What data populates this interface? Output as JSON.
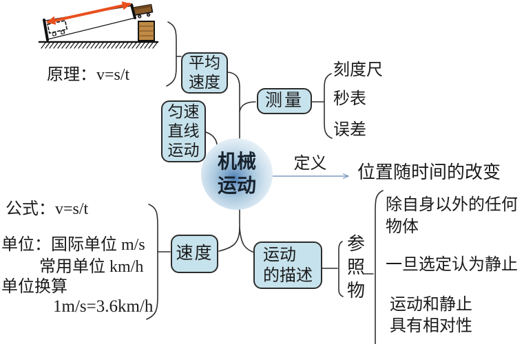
{
  "center": {
    "label_lines": [
      "机械",
      "运动"
    ]
  },
  "branches": {
    "average_speed": {
      "label_lines": [
        "平均",
        "速度"
      ],
      "principle": "原理：v=s/t",
      "illustration_icon": "inclined-plane-cart-experiment"
    },
    "uniform_linear_motion": {
      "label_lines": [
        "匀速",
        "直线",
        "运动"
      ]
    },
    "measurement": {
      "label": "测量",
      "items": [
        "刻度尺",
        "秒表",
        "误差"
      ]
    },
    "definition": {
      "label": "定义",
      "value": "位置随时间的改变"
    },
    "speed": {
      "label": "速度",
      "formula": "公式：v=s/t",
      "unit": "单位：国际单位 m/s",
      "common_unit": "常用单位 km/h",
      "conversion_label": "单位换算",
      "conversion": "1m/s=3.6km/h"
    },
    "motion_description": {
      "label_lines": [
        "运动",
        "的描述"
      ],
      "reference_object": {
        "label_chars": [
          "参",
          "照",
          "物"
        ],
        "items": [
          {
            "lines": [
              "除自身以外的任何",
              "物体"
            ]
          },
          {
            "lines": [
              "一旦选定认为静止"
            ]
          },
          {
            "lines": [
              "运动和静止",
              "具有相对性"
            ]
          }
        ]
      }
    }
  },
  "colors": {
    "node_fill": "#c6e2ec",
    "node_border": "#2b2b2b",
    "connector_line": "#2e2e2e",
    "center_core": "#4e7fb4",
    "definition_arrow": "#7d9cc0",
    "distance_arrow": "#e8501e",
    "wood_block": "#c08a46",
    "cart_body": "#8a5a28",
    "text": "#1a1a1a"
  }
}
